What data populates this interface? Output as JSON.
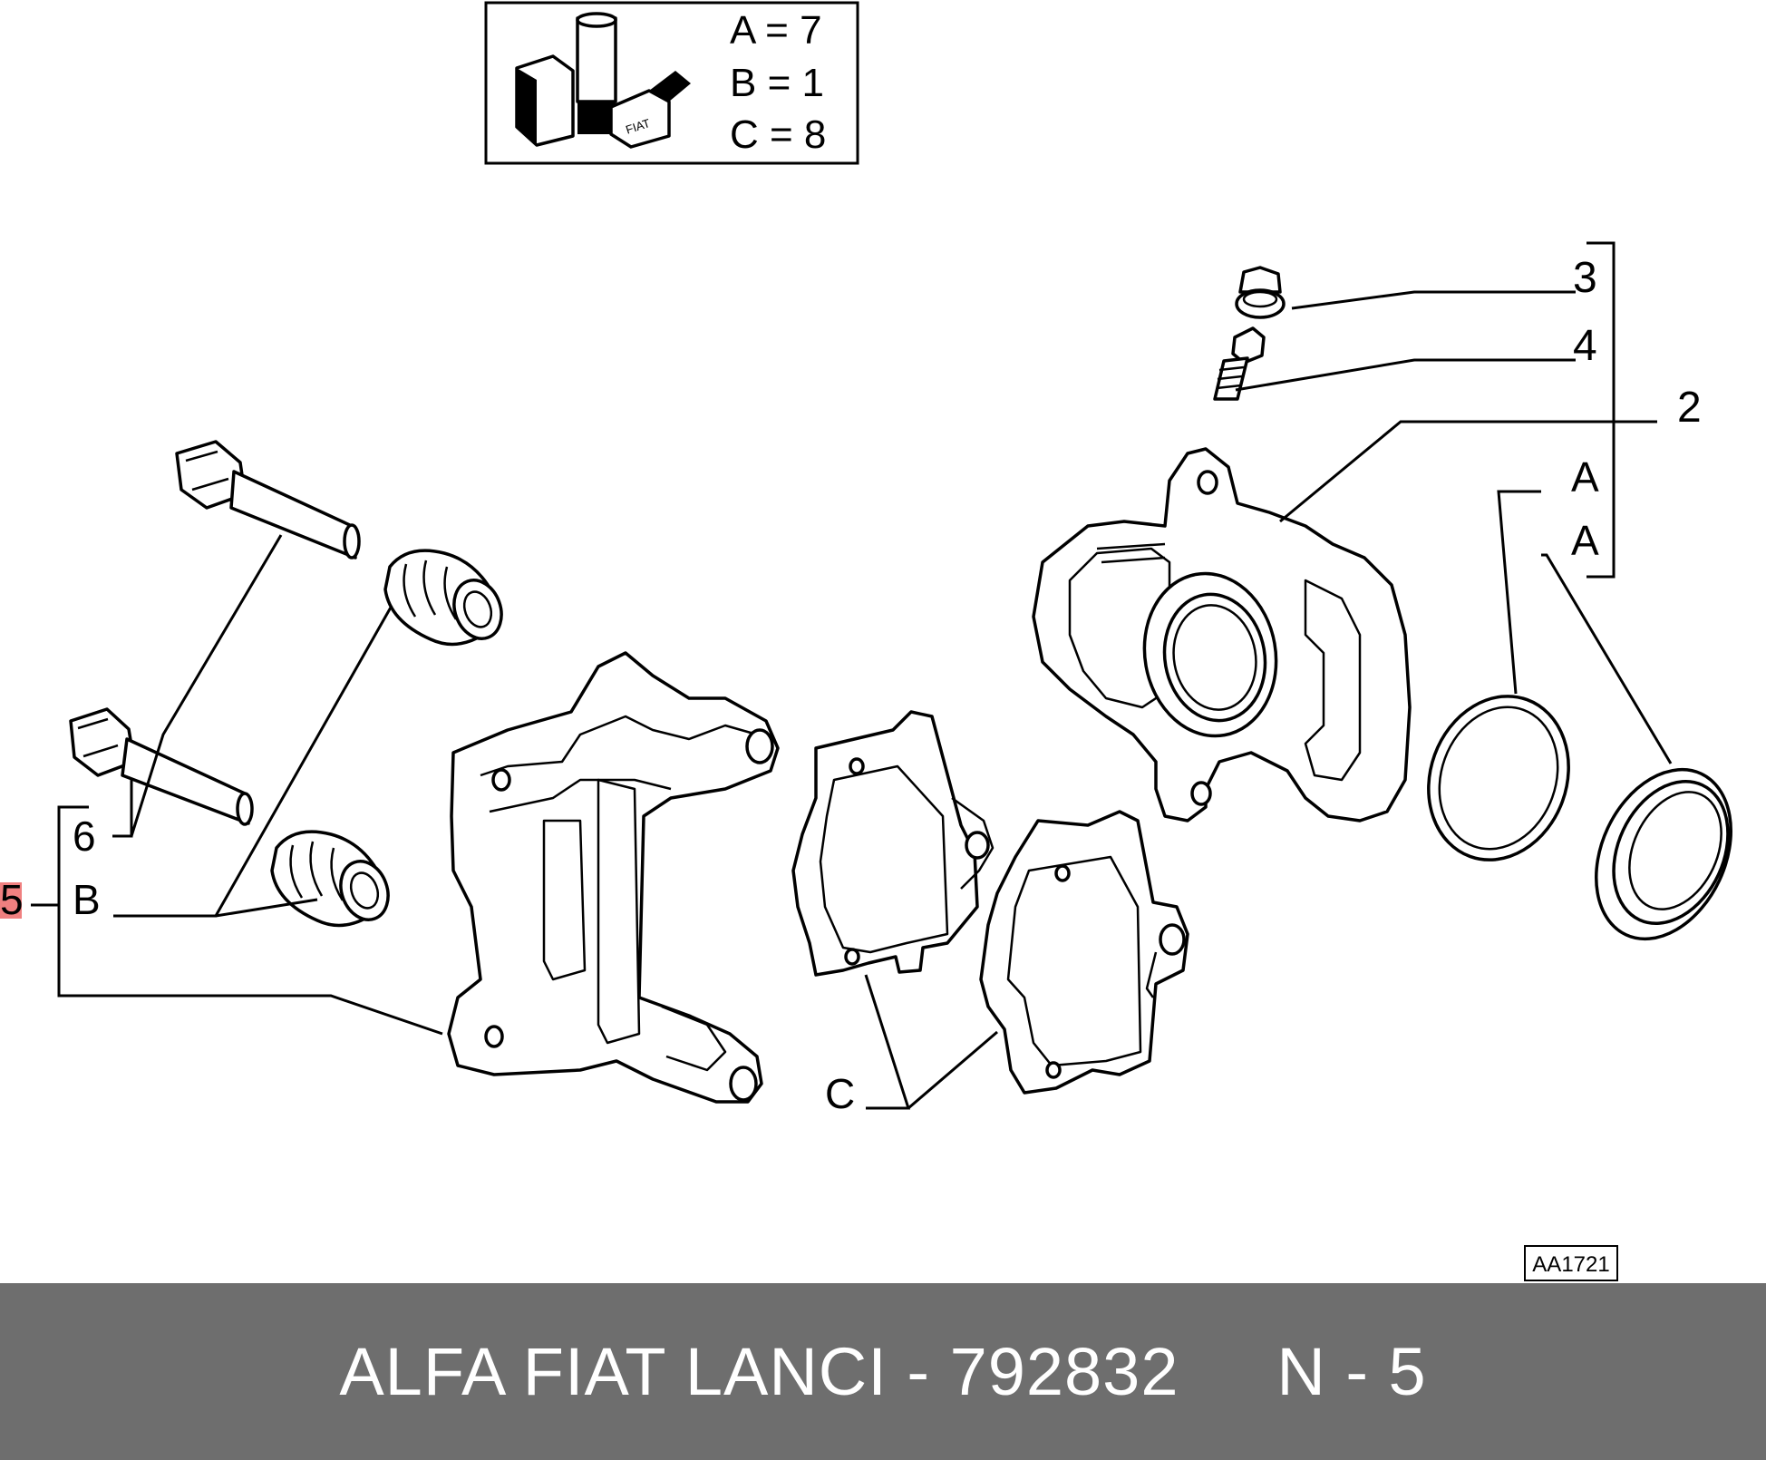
{
  "legend": {
    "items": [
      {
        "key": "A",
        "value": "A = 7"
      },
      {
        "key": "B",
        "value": "B = 1"
      },
      {
        "key": "C",
        "value": "C = 8"
      }
    ],
    "logo_text": "FIAT"
  },
  "callouts": {
    "n2": "2",
    "n3": "3",
    "n4": "4",
    "nA1": "A",
    "nA2": "A",
    "n6": "6",
    "n5": "5",
    "nB": "B",
    "nC": "C"
  },
  "drawing_code": "AA1721",
  "footer": {
    "brand": "ALFA FIAT LANCI",
    "separator": " - ",
    "part_number": "792832",
    "page_label": "N - 5"
  },
  "colors": {
    "footer_bg": "#6e6e6e",
    "footer_text": "#ffffff",
    "highlight": "#f08080"
  }
}
